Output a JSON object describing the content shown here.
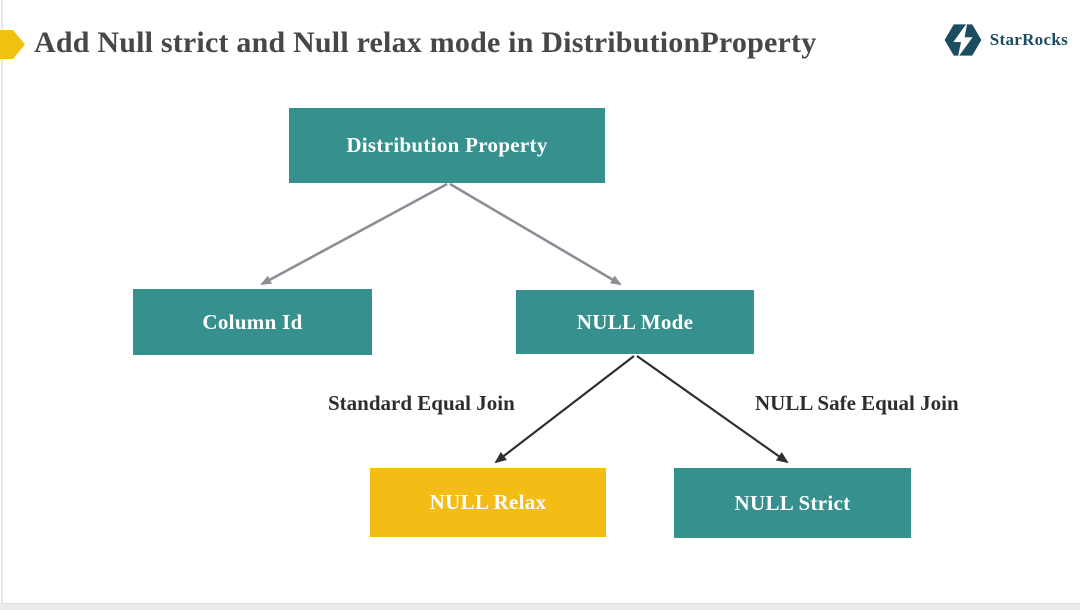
{
  "slide": {
    "title": "Add Null strict and Null relax mode in DistributionProperty",
    "bullet_icon": "arrow-bullet-icon",
    "colors": {
      "teal": "#35908e",
      "yellow": "#f3bd16",
      "bullet_yellow": "#f2c110",
      "title_text": "#474747",
      "edge_label_text": "#2d2d2d",
      "gray_arrow": "#8a8f96",
      "black_arrow": "#2f2f2f",
      "logo_teal": "#1b4c5f",
      "box_text": "#ffffff"
    }
  },
  "logo": {
    "name": "StarRocks",
    "icon": "starrocks-hexagon-bolt-icon"
  },
  "diagram": {
    "type": "tree",
    "nodes": [
      {
        "id": "root",
        "label": "Distribution Property",
        "color": "teal"
      },
      {
        "id": "column-id",
        "label": "Column Id",
        "color": "teal"
      },
      {
        "id": "null-mode",
        "label": "NULL Mode",
        "color": "teal"
      },
      {
        "id": "null-relax",
        "label": "NULL Relax",
        "color": "yellow"
      },
      {
        "id": "null-strict",
        "label": "NULL Strict",
        "color": "teal"
      }
    ],
    "edges": [
      {
        "from": "root",
        "to": "column-id",
        "label": "",
        "arrow_color": "gray"
      },
      {
        "from": "root",
        "to": "null-mode",
        "label": "",
        "arrow_color": "gray"
      },
      {
        "from": "null-mode",
        "to": "null-relax",
        "label": "Standard Equal Join",
        "arrow_color": "black"
      },
      {
        "from": "null-mode",
        "to": "null-strict",
        "label": "NULL Safe Equal Join",
        "arrow_color": "black"
      }
    ]
  }
}
